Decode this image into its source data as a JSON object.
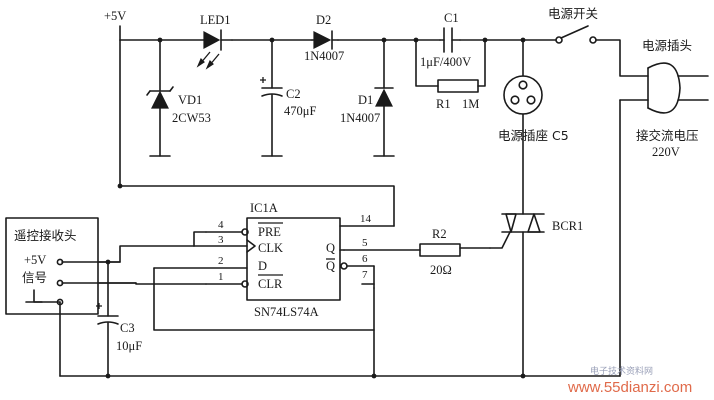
{
  "labels": {
    "vcc": "+5V",
    "led1": "LED1",
    "d2": "D2",
    "d2_part": "1N4007",
    "c1": "C1",
    "c1_value": "1μF/400V",
    "power_switch": "电源开关",
    "power_plug": "电源插头",
    "vd1": "VD1",
    "vd1_part": "2CW53",
    "c2": "C2",
    "c2_value": "470μF",
    "d1": "D1",
    "d1_part": "1N4007",
    "r1": "R1",
    "r1_value": "1M",
    "socket": "电源插座 C5",
    "ac_line1": "接交流电压",
    "ac_line2": "220V",
    "ic1a": "IC1A",
    "pin4": "4",
    "pin3": "3",
    "pin2": "2",
    "pin1": "1",
    "pin14": "14",
    "pin5": "5",
    "pin6": "6",
    "pin7": "7",
    "pre": "PRE",
    "clk": "CLK",
    "d": "D",
    "clr": "CLR",
    "q": "Q",
    "qbar": "Q",
    "ic_part": "SN74LS74A",
    "r2": "R2",
    "r2_value": "20Ω",
    "bcr1": "BCR1",
    "receiver_title": "遥控接收头",
    "receiver_vcc": "+5V",
    "receiver_signal": "信号",
    "c3": "C3",
    "c3_value": "10μF",
    "watermark": "www.55dianzi.com",
    "watermark_sub": "电子技术资料网"
  }
}
